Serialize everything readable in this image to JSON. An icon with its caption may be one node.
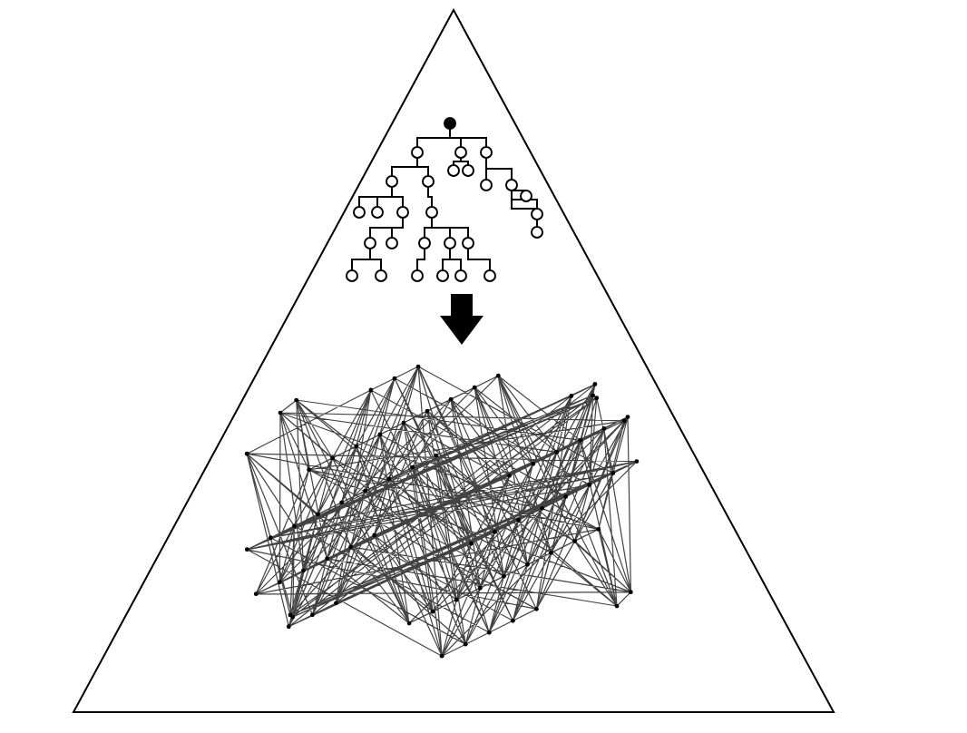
{
  "diagram": {
    "nodes": [
      {
        "text": [],
        "shape": "triangle"
      },
      {
        "text": [],
        "shape": "picture",
        "in": 0
      },
      {
        "text": [],
        "shape": "picture",
        "in": 0
      }
    ],
    "edges": [
      {
        "from": 1,
        "to": 2,
        "arrow": "to"
      }
    ]
  }
}
